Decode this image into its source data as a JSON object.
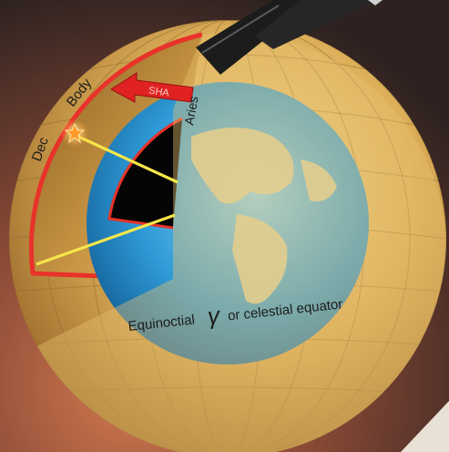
{
  "labels": {
    "dec": "Dec",
    "body": "Body",
    "sha": "SHA",
    "aries": "Aries",
    "equinoctial": "Equinoctial",
    "aries_symbol": "γ",
    "celestial_equator": "or celestial equator"
  },
  "colors": {
    "background_dark": "#2e2220",
    "background_warm": "#c8704a",
    "sphere_light": "#f0d48a",
    "sphere_mid": "#d8aa52",
    "sphere_dark": "#9a6a2a",
    "cutaway_edge": "#e8322a",
    "sha_arrow": "#e02222",
    "sight_line": "#f6e64a",
    "star": "#ff9a2a",
    "earth_ocean": "#2e9ad6",
    "earth_land": "#e8d8a0",
    "scope": "#1c1c1c"
  },
  "icons": {
    "star": "star-icon",
    "telescope": "telescope-icon"
  }
}
